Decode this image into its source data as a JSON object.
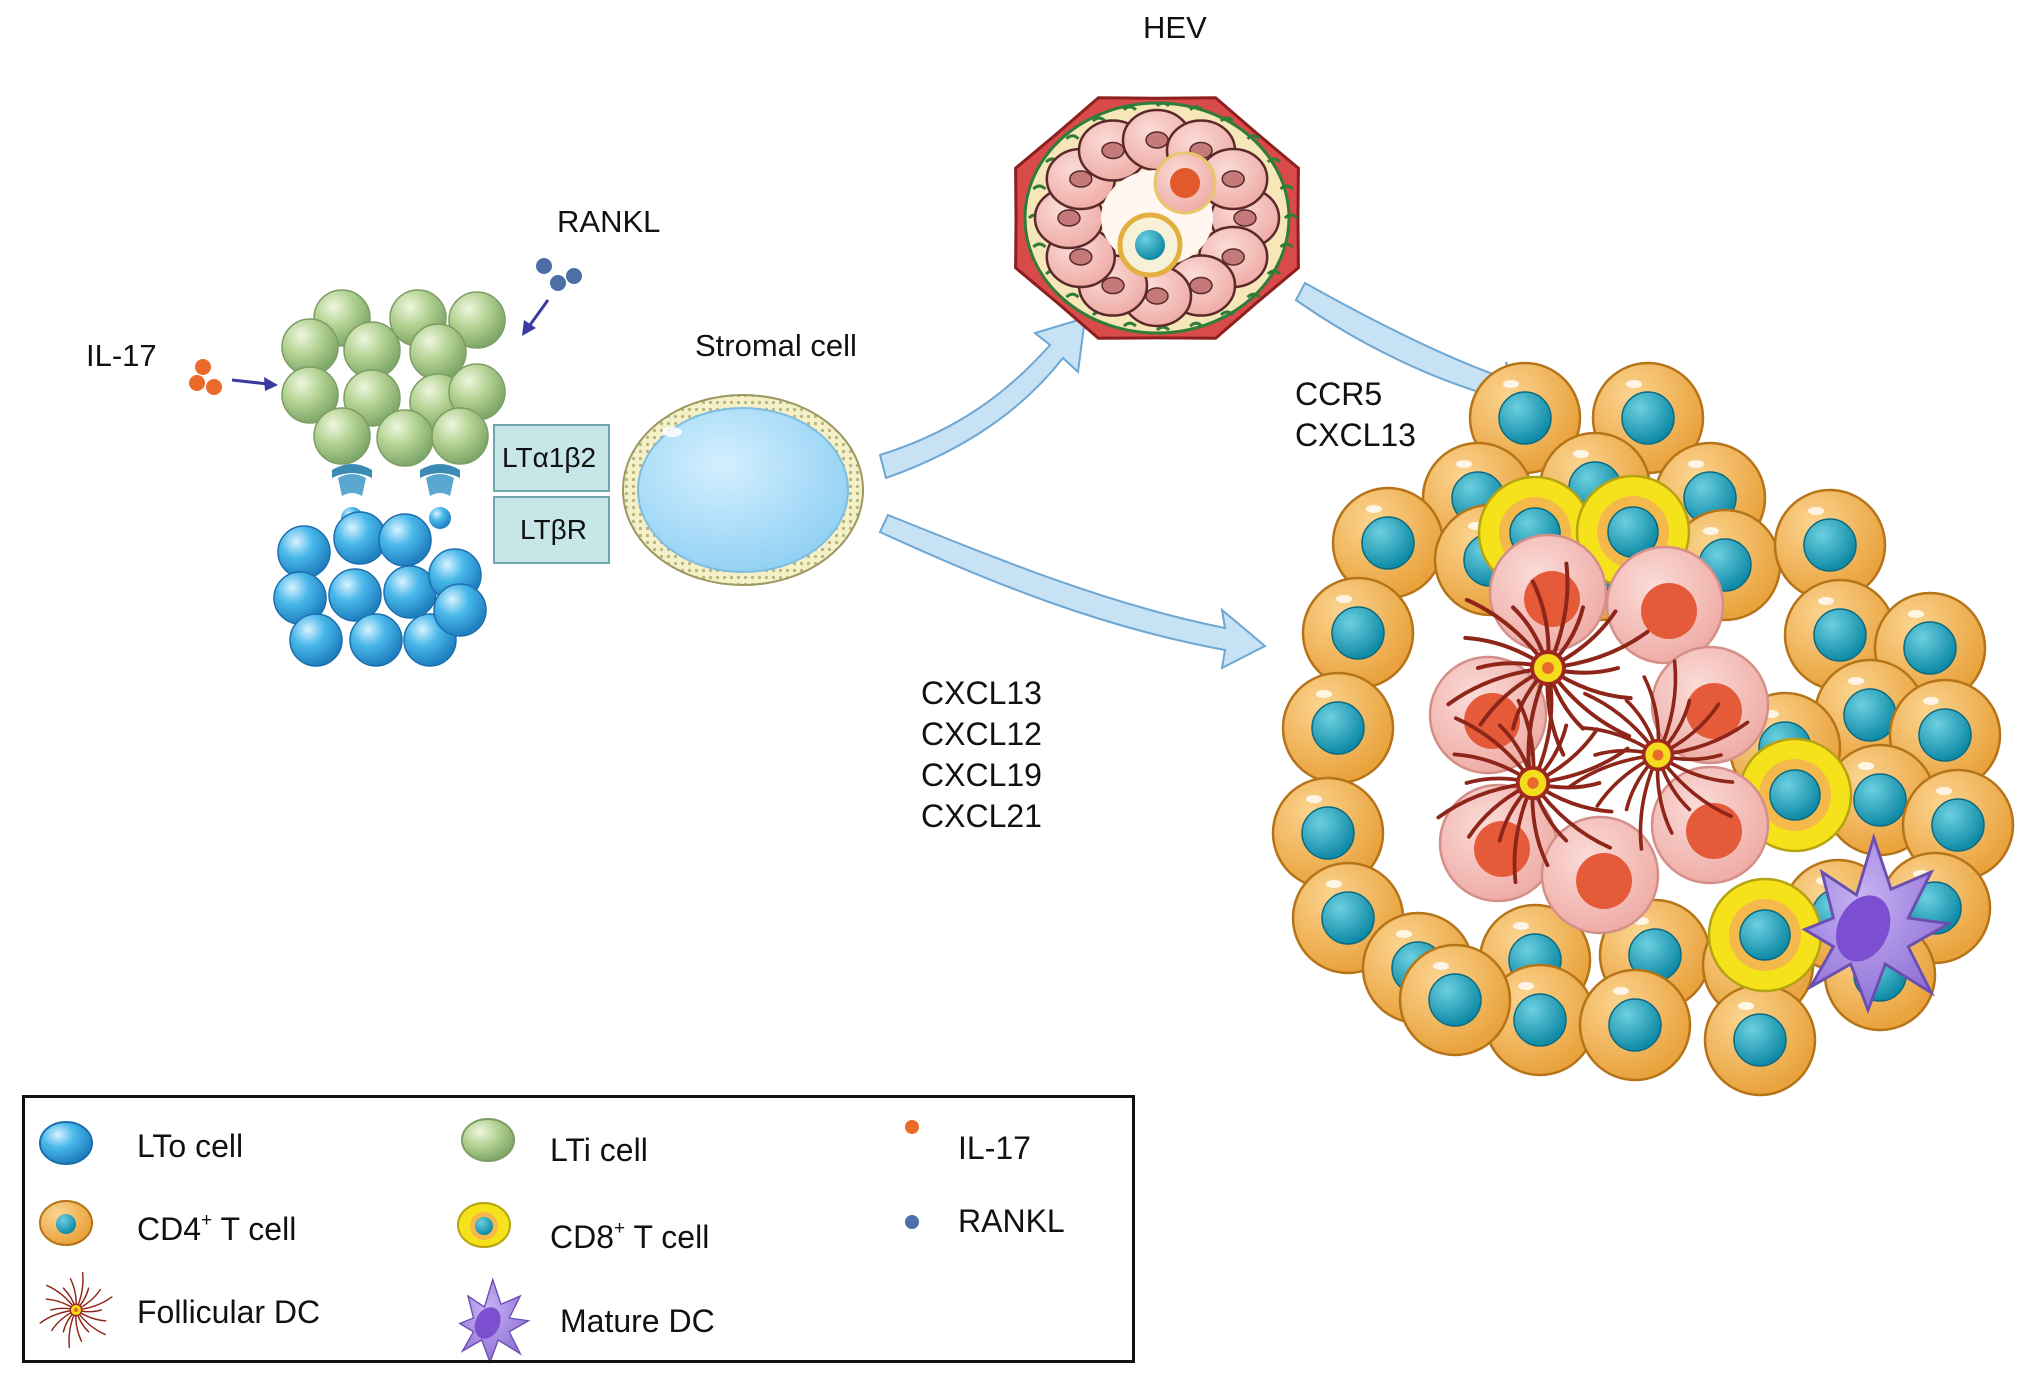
{
  "labels": {
    "hev": "HEV",
    "rankl": "RANKL",
    "il17": "IL-17",
    "stromal_cell": "Stromal cell",
    "lta1b2": "LTα1β2",
    "ltbr": "LTβR"
  },
  "chemokines_top": [
    "CCR5",
    "CXCL13"
  ],
  "chemokines_bottom": [
    "CXCL13",
    "CXCL12",
    "CXCL19",
    "CXCL21"
  ],
  "legend": {
    "lto": "LTo cell",
    "lti": "LTi cell",
    "il17": "IL-17",
    "cd4_base": "CD4",
    "cd4_sup": "+",
    "cd4_tail": " T cell",
    "cd8_base": "CD8",
    "cd8_sup": "+",
    "cd8_tail": " T cell",
    "rankl": "RANKL",
    "fdc": "Follicular DC",
    "mdc": "Mature DC"
  },
  "colors": {
    "lto_blue": "#3fb0e6",
    "lti_green": "#a9c98a",
    "il17_orange": "#ea6a2a",
    "rankl_blue": "#4d6fa8",
    "cd4_orange": "#f2b84b",
    "cd8_yellow": "#f5e21b",
    "nucleus_teal": "#1aa0b8",
    "b_cell_pink": "#f3c1bd",
    "fdc_red": "#a1281e",
    "mature_dc_purple": "#a78ae0",
    "arrow_blue": "#c7e2f5",
    "stromal_blue": "#a6d8f5",
    "receptor_teal": "#c6e6e8"
  },
  "icons": {
    "arrows": "block-arrow-icon",
    "lti": "lti-cell-icon",
    "lto": "lto-cell-icon"
  }
}
